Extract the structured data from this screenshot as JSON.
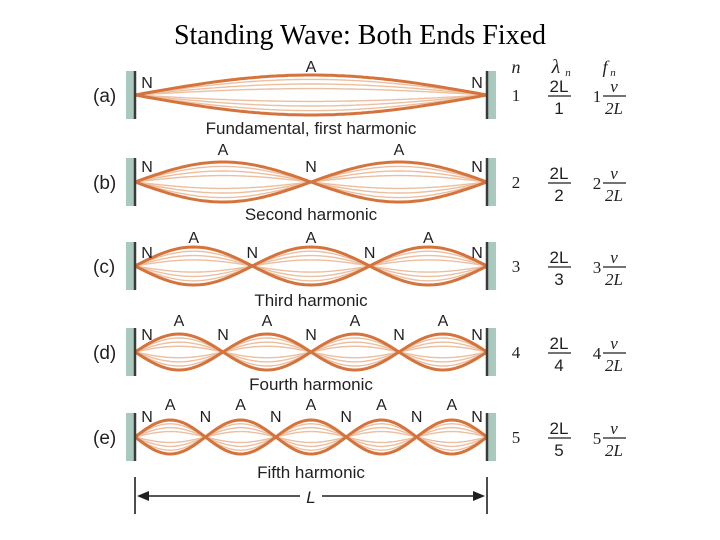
{
  "title": "Standing Wave: Both Ends Fixed",
  "headers": {
    "n": "n",
    "lambda": "λ",
    "lambda_sub": "n",
    "f": "f",
    "f_sub": "n"
  },
  "node_label": "N",
  "antinode_label": "A",
  "length_label": "L",
  "colors": {
    "wave": "#d4743c",
    "wave_light": "#ecbfa0",
    "post": "#a9c9bf",
    "post_edge": "#3a3a3a",
    "text": "#231f20"
  },
  "rows": [
    {
      "tag": "(a)",
      "n": 1,
      "caption": "Fundamental, first harmonic",
      "lambda_num": "2L",
      "lambda_den": "1",
      "f_coef": "1",
      "f_num": "v",
      "f_den": "2L"
    },
    {
      "tag": "(b)",
      "n": 2,
      "caption": "Second harmonic",
      "lambda_num": "2L",
      "lambda_den": "2",
      "f_coef": "2",
      "f_num": "v",
      "f_den": "2L"
    },
    {
      "tag": "(c)",
      "n": 3,
      "caption": "Third harmonic",
      "lambda_num": "2L",
      "lambda_den": "3",
      "f_coef": "3",
      "f_num": "v",
      "f_den": "2L"
    },
    {
      "tag": "(d)",
      "n": 4,
      "caption": "Fourth harmonic",
      "lambda_num": "2L",
      "lambda_den": "4",
      "f_coef": "4",
      "f_num": "v",
      "f_den": "2L"
    },
    {
      "tag": "(e)",
      "n": 5,
      "caption": "Fifth harmonic",
      "lambda_num": "2L",
      "lambda_den": "5",
      "f_coef": "5",
      "f_num": "v",
      "f_den": "2L"
    }
  ]
}
